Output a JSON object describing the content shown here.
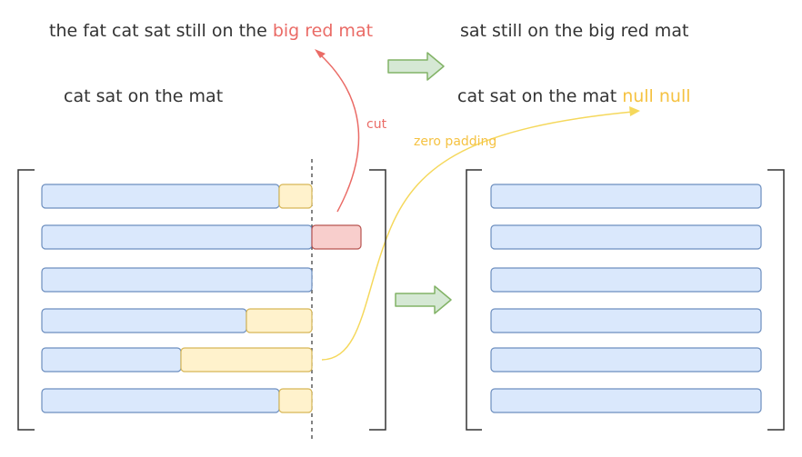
{
  "sentences": {
    "left_top_plain": "the fat cat sat still on the ",
    "left_top_cut": "big red mat",
    "left_bottom": "cat sat on the mat",
    "right_top": "sat still on the big red mat",
    "right_bottom_plain": "cat sat on the mat ",
    "right_bottom_pad": "null null"
  },
  "labels": {
    "cut": "cut",
    "zero_padding": "zero padding"
  },
  "colors": {
    "bar_blue_fill": "#dae8fc",
    "bar_blue_stroke": "#6c8ebf",
    "pad_yellow_fill": "#fff2cc",
    "pad_yellow_stroke": "#d6b656",
    "cut_red_fill": "#f8cecc",
    "cut_red_stroke": "#b85450",
    "red_text": "#ea6b66",
    "yellow_text": "#f5c242",
    "arrow_green_fill": "#d5e8d4",
    "arrow_green_stroke": "#82b366"
  }
}
